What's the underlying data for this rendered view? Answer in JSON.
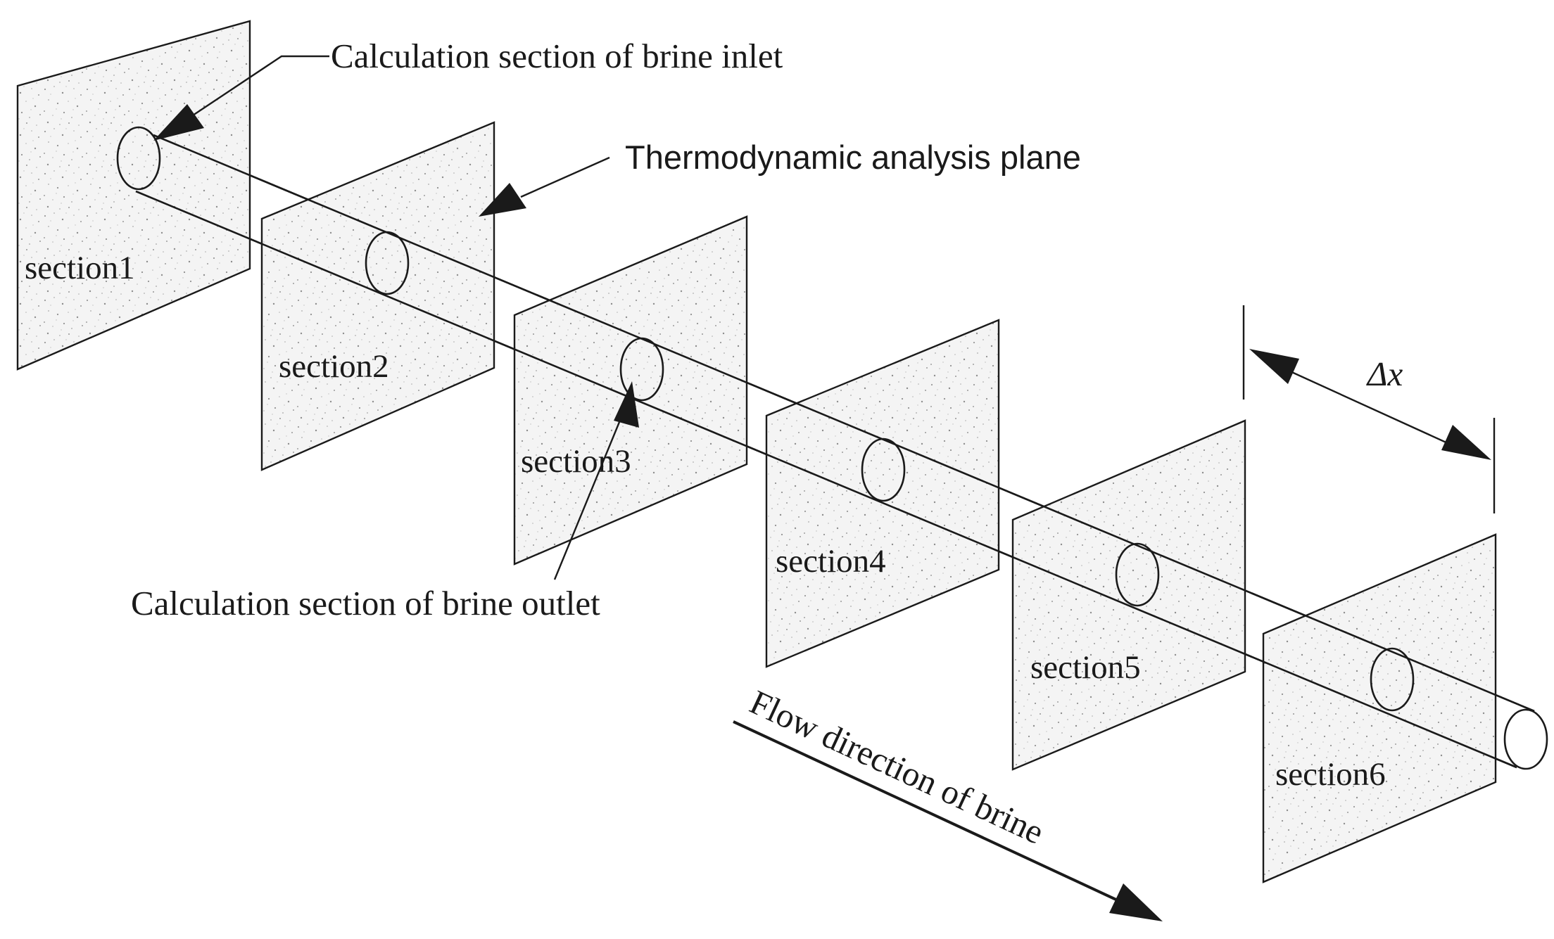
{
  "sections": [
    "section1",
    "section2",
    "section3",
    "section4",
    "section5",
    "section6"
  ],
  "callouts": {
    "inlet": "Calculation section of brine inlet",
    "plane": "Thermodynamic analysis plane",
    "outlet": "Calculation section of brine outlet",
    "flow": "Flow direction of brine",
    "delta": "Δx"
  }
}
